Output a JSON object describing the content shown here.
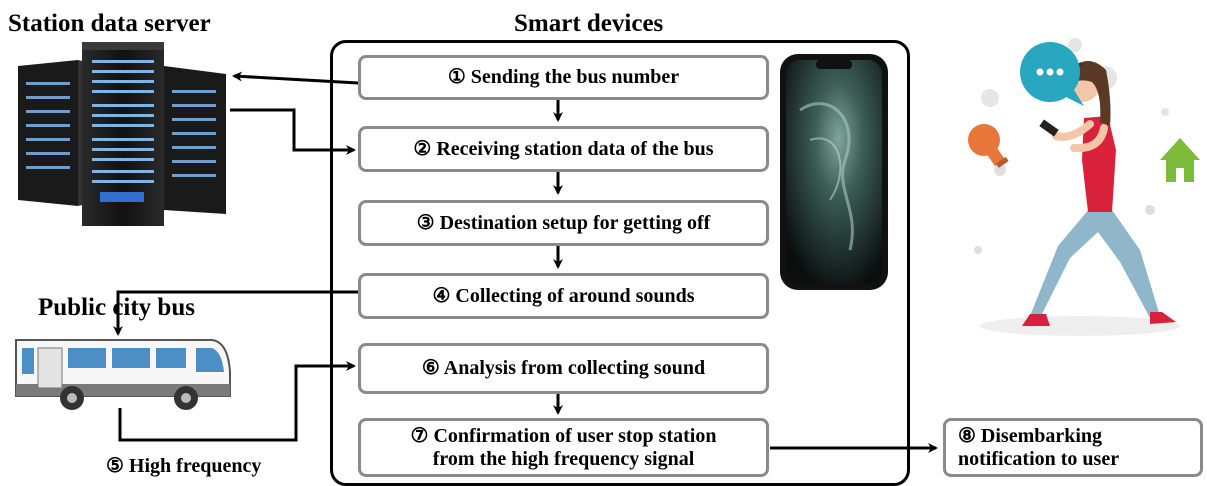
{
  "titles": {
    "server": "Station data server",
    "devices": "Smart devices",
    "bus": "Public city bus"
  },
  "steps": {
    "s1": "① Sending the bus number",
    "s2": "② Receiving station data of the bus",
    "s3": "③ Destination setup for getting off",
    "s4": "④ Collecting of around sounds",
    "s5": "⑤ High frequency",
    "s6": "⑥ Analysis from collecting sound",
    "s7_line1": "⑦ Confirmation of user stop station",
    "s7_line2": "from the high frequency signal",
    "s8_line1": "⑧ Disembarking",
    "s8_line2": "notification to user"
  },
  "colors": {
    "step_border": "#8a8a8a",
    "bubble": "#2aa7c0",
    "bulb": "#e8763a",
    "house": "#7dbb3a",
    "shirt": "#d8213b",
    "pants": "#8fb7c9"
  }
}
